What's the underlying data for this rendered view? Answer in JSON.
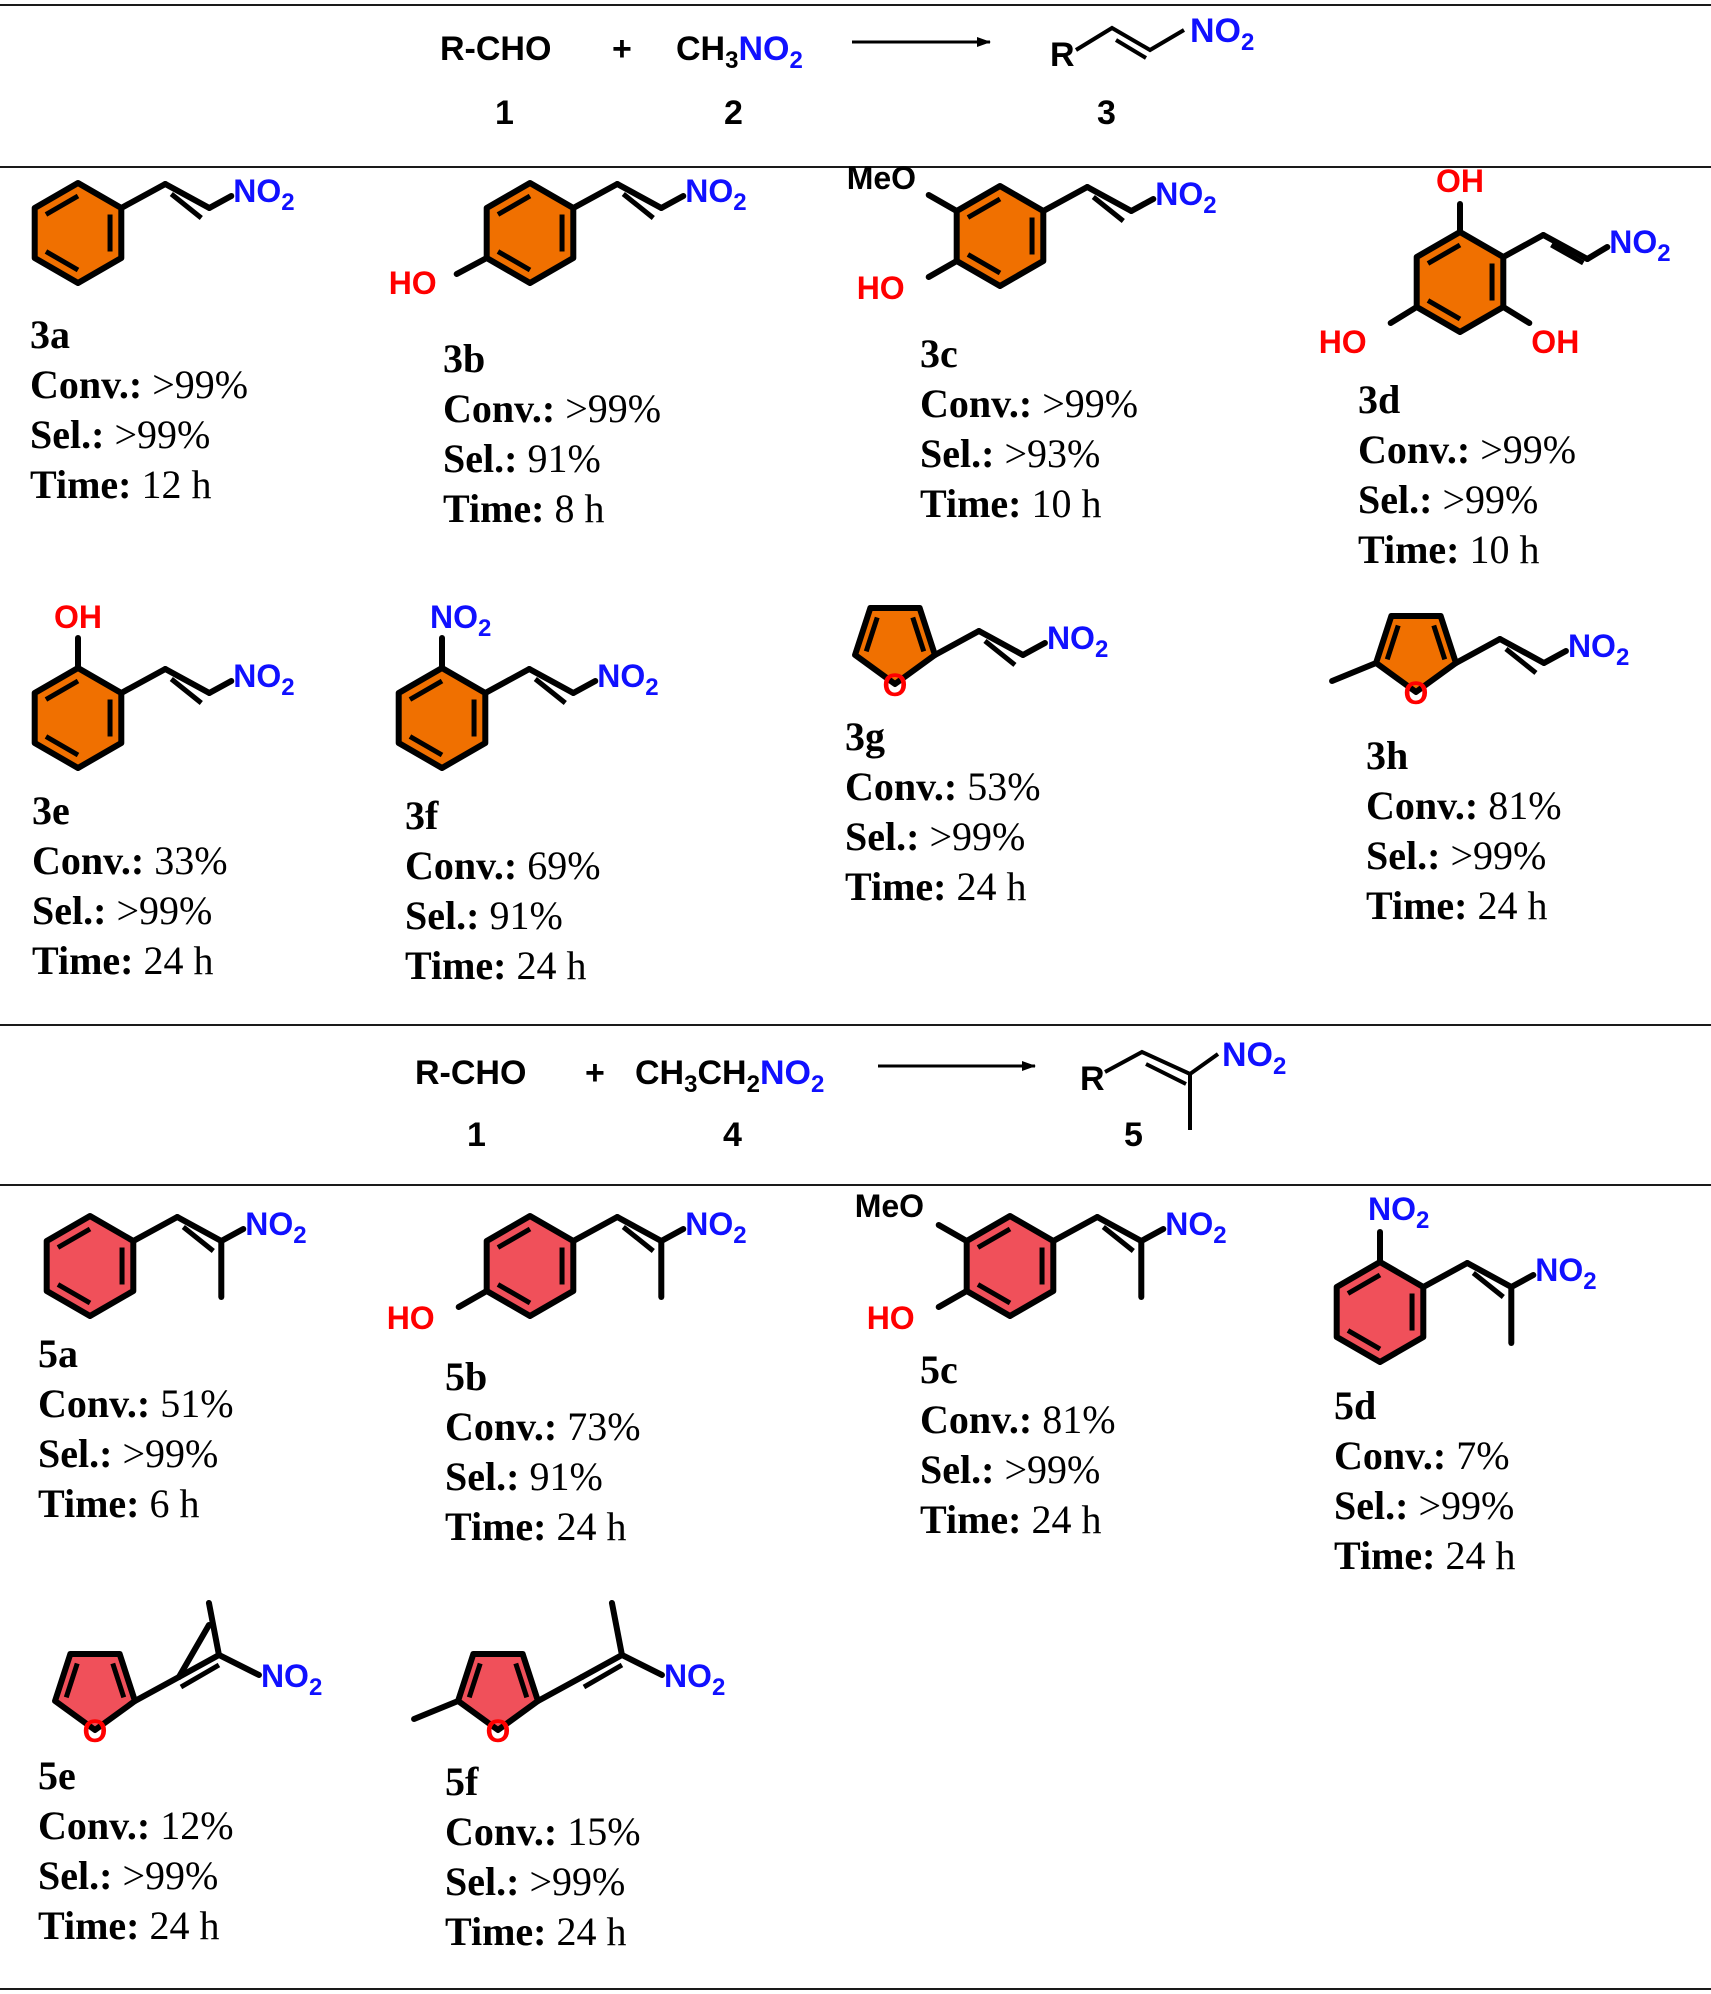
{
  "reaction1": {
    "reactant": "R-CHO",
    "plus": "+",
    "reagent": {
      "pre": "CH",
      "sub": "3",
      "hetero": "NO",
      "hsub": "2"
    },
    "product_R": "R",
    "product_group": {
      "main": "NO",
      "sub": "2"
    },
    "label_reactant": "1",
    "label_reagent": "2",
    "label_product": "3"
  },
  "reaction2": {
    "reactant": "R-CHO",
    "plus": "+",
    "reagent": {
      "pre": "CH",
      "sub": "3",
      "mid": "CH",
      "sub2": "2",
      "hetero": "NO",
      "hsub": "2"
    },
    "product_R": "R",
    "product_group": {
      "main": "NO",
      "sub": "2"
    },
    "label_reactant": "1",
    "label_reagent": "4",
    "label_product": "5"
  },
  "atoms": {
    "no2": "NO",
    "no2_sub": "2",
    "ho": "HO",
    "oh": "OH",
    "meo": "MeO",
    "o": "O"
  },
  "field_labels": {
    "conv": "Conv.:",
    "sel": "Sel.:",
    "time": "Time:"
  },
  "colors": {
    "ring_3": "#f07000",
    "ring_5": "#f0505a",
    "oxygen": "#ff0000",
    "nitrogen": "#1010ff",
    "bond": "#000000"
  },
  "compounds": [
    {
      "id": "3a",
      "conv": ">99%",
      "sel": ">99%",
      "time": "12 h"
    },
    {
      "id": "3b",
      "conv": ">99%",
      "sel": "91%",
      "time": "8 h"
    },
    {
      "id": "3c",
      "conv": ">99%",
      "sel": ">93%",
      "time": "10 h"
    },
    {
      "id": "3d",
      "conv": ">99%",
      "sel": ">99%",
      "time": "10 h"
    },
    {
      "id": "3e",
      "conv": "33%",
      "sel": ">99%",
      "time": "24 h"
    },
    {
      "id": "3f",
      "conv": "69%",
      "sel": "91%",
      "time": "24 h"
    },
    {
      "id": "3g",
      "conv": "53%",
      "sel": ">99%",
      "time": "24 h"
    },
    {
      "id": "3h",
      "conv": "81%",
      "sel": ">99%",
      "time": "24 h"
    },
    {
      "id": "5a",
      "conv": "51%",
      "sel": ">99%",
      "time": "6 h"
    },
    {
      "id": "5b",
      "conv": "73%",
      "sel": "91%",
      "time": "24 h"
    },
    {
      "id": "5c",
      "conv": "81%",
      "sel": ">99%",
      "time": "24 h"
    },
    {
      "id": "5d",
      "conv": "7%",
      "sel": ">99%",
      "time": "24 h"
    },
    {
      "id": "5e",
      "conv": "12%",
      "sel": ">99%",
      "time": "24 h"
    },
    {
      "id": "5f",
      "conv": "15%",
      "sel": ">99%",
      "time": "24 h"
    }
  ]
}
